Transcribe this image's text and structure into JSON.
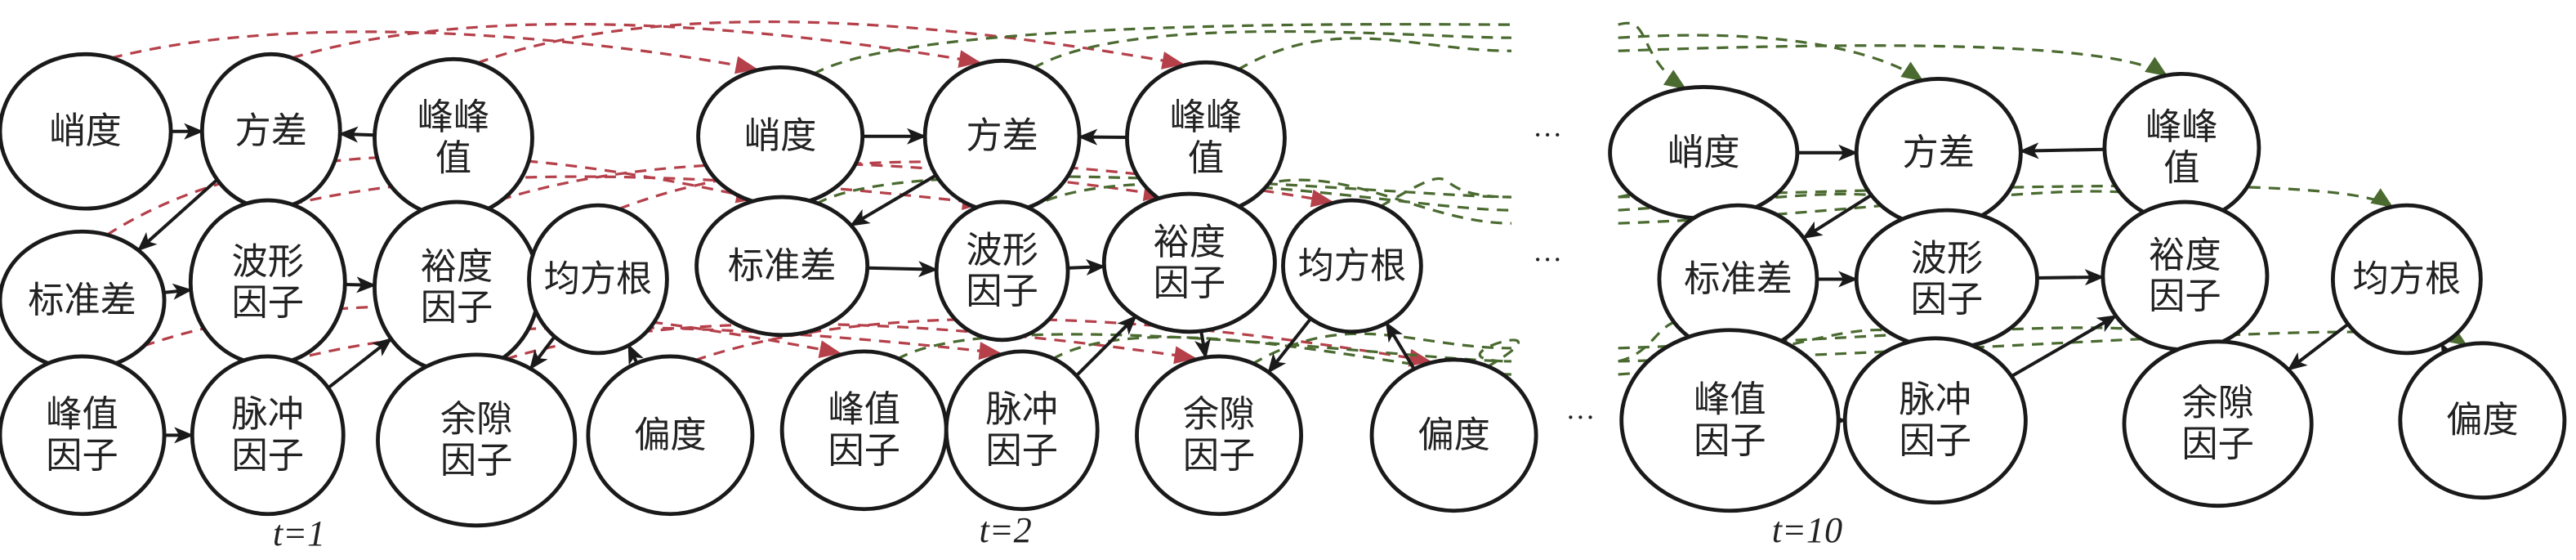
{
  "title": "Dynamic Bayesian network of vibration features across time slices",
  "colors": {
    "intra_edge": "#1a1a1a",
    "inter_edge_early": "#b5404a",
    "inter_edge_late": "#4a6a30"
  },
  "slice_labels": [
    "t=1",
    "t=2",
    "t=10"
  ],
  "slice_label_parts": [
    {
      "var": "t",
      "value": "=1"
    },
    {
      "var": "t",
      "value": "=2"
    },
    {
      "var": "t",
      "value": "=10"
    }
  ],
  "ellipsis": "···",
  "nodes": {
    "kurtosis": [
      "峭度"
    ],
    "variance": [
      "方差"
    ],
    "peak_to_peak": [
      "峰峰",
      "值"
    ],
    "std_dev": [
      "标准差"
    ],
    "waveform_factor": [
      "波形",
      "因子"
    ],
    "margin_factor": [
      "裕度",
      "因子"
    ],
    "rms": [
      "均方根"
    ],
    "crest_factor": [
      "峰值",
      "因子"
    ],
    "impulse_factor": [
      "脉冲",
      "因子"
    ],
    "clearance_factor": [
      "余隙",
      "因子"
    ],
    "skewness": [
      "偏度"
    ]
  },
  "intra_edges": [
    [
      "kurtosis",
      "variance"
    ],
    [
      "peak_to_peak",
      "variance"
    ],
    [
      "variance",
      "std_dev"
    ],
    [
      "std_dev",
      "waveform_factor"
    ],
    [
      "waveform_factor",
      "margin_factor"
    ],
    [
      "impulse_factor",
      "margin_factor"
    ],
    [
      "crest_factor",
      "impulse_factor"
    ],
    [
      "margin_factor",
      "clearance_factor"
    ],
    [
      "rms",
      "clearance_factor"
    ],
    [
      "skewness",
      "rms"
    ]
  ]
}
